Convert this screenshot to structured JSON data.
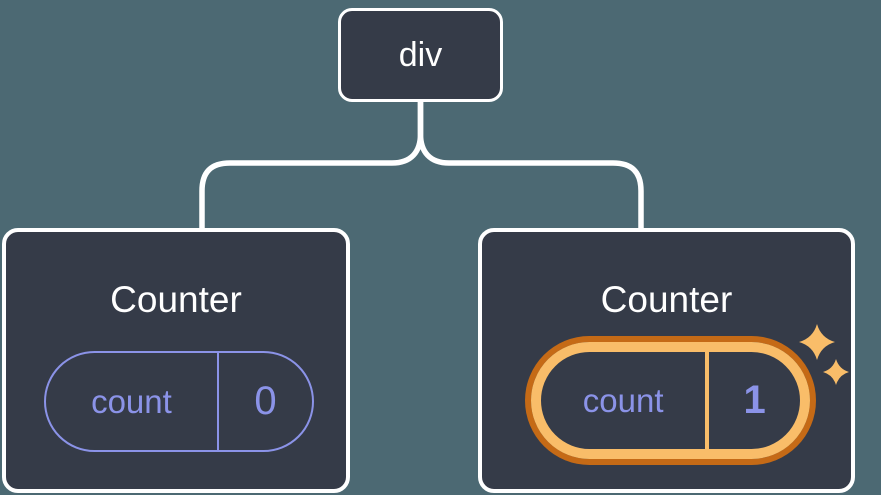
{
  "colors": {
    "bg": "#4c6973",
    "card_bg": "#353b48",
    "card_border": "#ffffff",
    "purple": "#8b93e8",
    "orange_light": "#f9bd69",
    "orange_dark": "#c56a16",
    "text": "#ffffff",
    "connector": "#ffffff"
  },
  "tree": {
    "root": {
      "label": "div"
    },
    "children": [
      {
        "label": "Counter",
        "state": {
          "key": "count",
          "value": "0"
        },
        "highlighted": false
      },
      {
        "label": "Counter",
        "state": {
          "key": "count",
          "value": "1"
        },
        "highlighted": true
      }
    ]
  },
  "icons": {
    "sparkles": "sparkles-icon"
  }
}
